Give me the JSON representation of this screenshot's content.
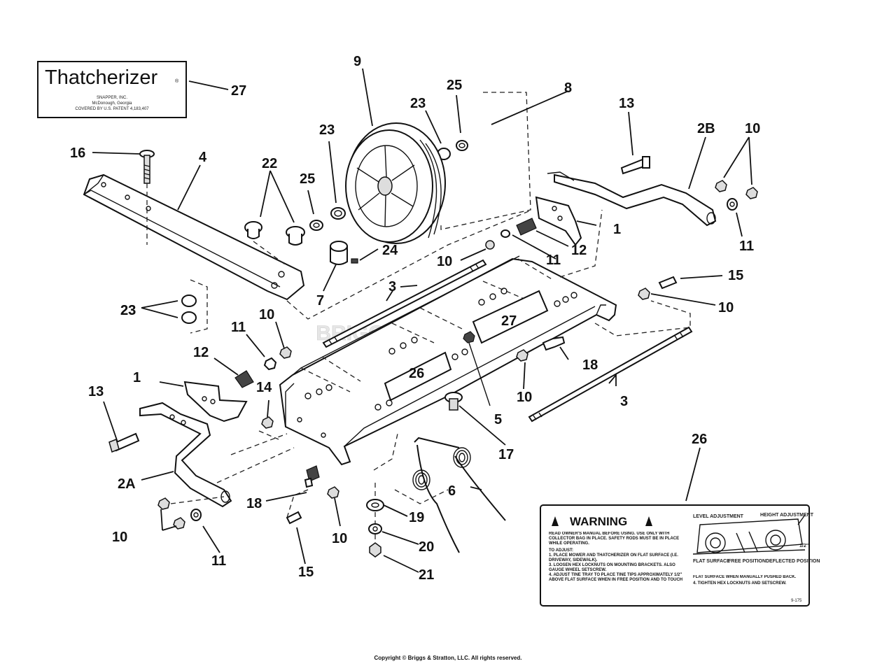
{
  "brand_label": {
    "title": "Thatcherizer",
    "lines": [
      "SNAPPER, INC.",
      "McDonough, Georgia",
      "COVERED BY U.S. PATENT 4,183,407"
    ]
  },
  "warning_decal": {
    "heading": "WARNING",
    "intro": "READ OWNER'S MANUAL BEFORE USING. USE ONLY WITH COLLECTOR BAG IN PLACE. SAFETY RODS MUST BE IN PLACE WHILE OPERATING.",
    "to_adjust": "TO ADJUST:",
    "steps": [
      "1. PLACE MOWER AND THATCHERIZER ON FLAT SURFACE (I.E. DRIVEWAY, SIDEWALK).",
      "3. LOOSEN HEX LOCKNUTS ON MOUNTING BRACKETS. ALSO GAUGE WHEEL SETSCREW.",
      "4. ADJUST TINE TRAY TO PLACE TINE TIPS APPROXIMATELY 1/2\" ABOVE FLAT SURFACE WHEN IN FREE POSITION AND TO TOUCH"
    ],
    "right_note": "FLAT SURFACE WHEN MANUALLY PUSHED BACK.",
    "right_step": "4. TIGHTEN HEX LOCKNUTS AND SETSCREW.",
    "diagram_labels": {
      "level_adjustment": "LEVEL ADJUSTMENT",
      "height_adjustment": "HEIGHT ADJUSTMENT",
      "flat_surface": "FLAT SURFACE",
      "free_position": "FREE POSITION",
      "deflected_position": "DEFLECTED POSITION",
      "half_inch": "1/2\""
    },
    "part_code": "9-175"
  },
  "watermark": "BRIGGS & STRATTON",
  "copyright": "Copyright © Briggs & Stratton, LLC. All rights reserved.",
  "callouts": [
    "27",
    "9",
    "25",
    "23",
    "8",
    "13",
    "2B",
    "10",
    "16",
    "4",
    "22",
    "25",
    "23",
    "23",
    "1",
    "11",
    "12",
    "10",
    "24",
    "11",
    "7",
    "3",
    "15",
    "23",
    "10",
    "27",
    "10",
    "11",
    "12",
    "26",
    "18",
    "1",
    "5",
    "14",
    "13",
    "10",
    "3",
    "17",
    "26",
    "6",
    "2A",
    "18",
    "19",
    "10",
    "10",
    "20",
    "11",
    "15",
    "21"
  ]
}
